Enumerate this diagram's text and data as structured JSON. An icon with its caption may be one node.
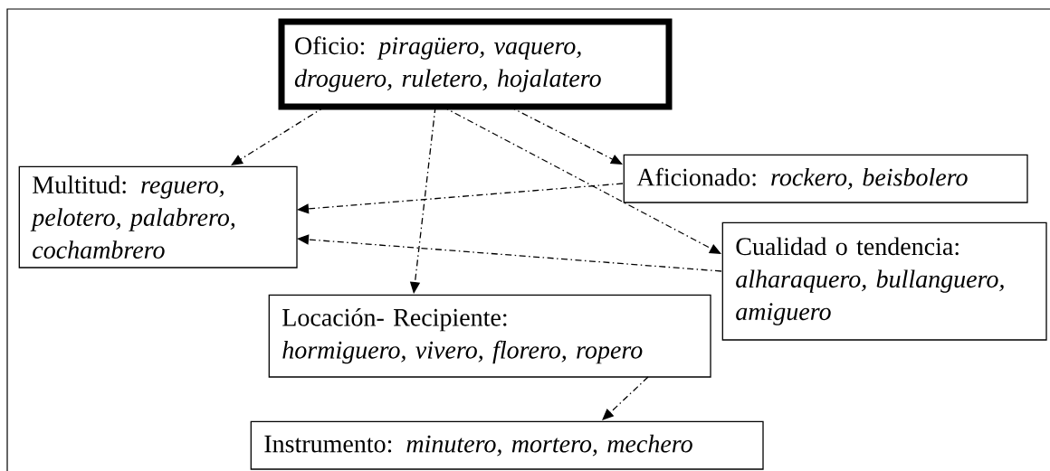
{
  "diagram": {
    "nodes": [
      {
        "text": [
          "Oficio: *piragüero, vaquero, droguero, ruletero, hojalatero*"
        ]
      },
      {
        "text": [
          "Multitud: *reguero, pelotero, palabrero, cochambrero*"
        ]
      },
      {
        "text": [
          "Aficionado: *rockero, beisbolero*"
        ]
      },
      {
        "text": [
          "Cualidad o tendencia:",
          "alharaquero, bullanguero, amiguero"
        ]
      },
      {
        "text": [
          "Locación- Recipiente:",
          "hormiguero, vivero, florero, ropero"
        ]
      },
      {
        "text": [
          "Instrumento: *minutero, mortero, mechero*"
        ]
      }
    ],
    "edges": [
      {
        "from": 0,
        "to": 1,
        "arrow": "to"
      },
      {
        "from": 0,
        "to": 2,
        "arrow": "to"
      },
      {
        "from": 0,
        "to": 3,
        "arrow": "to"
      },
      {
        "from": 0,
        "to": 4,
        "arrow": "to"
      },
      {
        "from": 2,
        "to": 1,
        "arrow": "to"
      },
      {
        "from": 3,
        "to": 1,
        "arrow": "to"
      },
      {
        "from": 4,
        "to": 5,
        "arrow": "to"
      }
    ]
  }
}
